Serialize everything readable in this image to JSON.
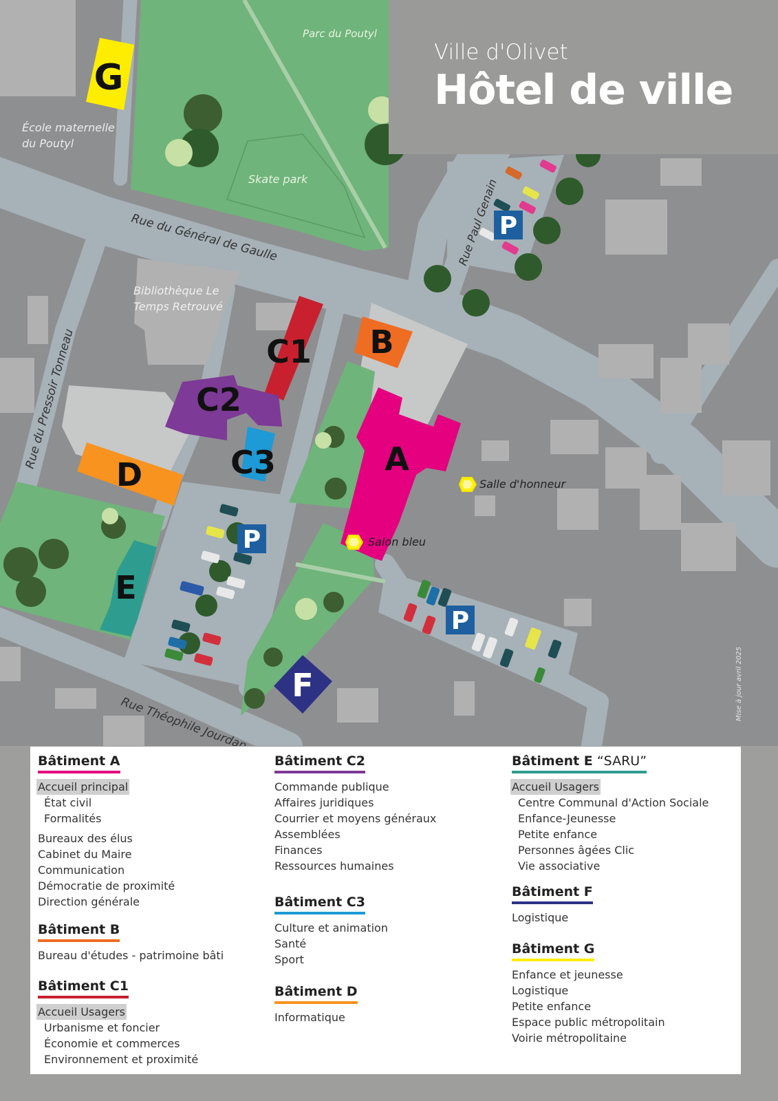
{
  "header": {
    "city": "Ville d'Olivet",
    "title": "Hôtel de ville"
  },
  "map": {
    "streets": {
      "general_de_gaulle": "Rue du Général de Gaulle",
      "pressoir_tonneau": "Rue du Pressoir Tonneau",
      "paul_genain": "Rue Paul Genain",
      "theophile_jourdan": "Rue Théophile Jourdan"
    },
    "places": {
      "parc": "Parc du Poutyl",
      "ecole_line1": "École maternelle",
      "ecole_line2": "du Poutyl",
      "skate": "Skate park",
      "biblio_line1": "Bibliothèque Le",
      "biblio_line2": "Temps Retrouvé",
      "salle_honneur": "Salle d'honneur",
      "salon_bleu": "Salon bleu"
    },
    "buildings": {
      "A": "A",
      "B": "B",
      "C1": "C1",
      "C2": "C2",
      "C3": "C3",
      "D": "D",
      "E": "E",
      "F": "F",
      "G": "G"
    },
    "parking_label": "P",
    "update_note": "Mise à jour avril 2025",
    "colors": {
      "A": "#e4007f",
      "B": "#ef6c23",
      "C1": "#c8202f",
      "C2": "#7d3a96",
      "C3": "#1e9ad6",
      "D": "#f7931e",
      "E": "#2e9d8f",
      "F": "#2d3285",
      "G": "#ffed00",
      "parking": "#1e5fa0",
      "green": "#6fb47a",
      "road": "#a7b1b8"
    }
  },
  "legend": {
    "A": {
      "title": "Bâtiment A",
      "accueil": "Accueil principal",
      "sub": [
        "État civil",
        "Formalités"
      ],
      "items": [
        "Bureaux des élus",
        "Cabinet du Maire",
        "Communication",
        "Démocratie de proximité",
        "Direction générale"
      ]
    },
    "B": {
      "title": "Bâtiment B",
      "items": [
        "Bureau d'études - patrimoine bâti"
      ]
    },
    "C1": {
      "title": "Bâtiment C1",
      "accueil": "Accueil Usagers",
      "sub": [
        "Urbanisme et foncier",
        "Économie et commerces",
        "Environnement et proximité"
      ]
    },
    "C2": {
      "title": "Bâtiment C2",
      "items": [
        "Commande publique",
        "Affaires juridiques",
        "Courrier et moyens généraux",
        "Assemblées",
        "Finances",
        "Ressources humaines"
      ]
    },
    "C3": {
      "title": "Bâtiment C3",
      "items": [
        "Culture et animation",
        "Santé",
        "Sport"
      ]
    },
    "D": {
      "title": "Bâtiment D",
      "items": [
        "Informatique"
      ]
    },
    "E": {
      "title": "Bâtiment E",
      "subtitle": " “SARU”",
      "accueil": "Accueil Usagers",
      "sub": [
        "Centre Communal d'Action Sociale",
        "Enfance-Jeunesse",
        "Petite enfance",
        "Personnes âgées Clic",
        "Vie associative"
      ]
    },
    "F": {
      "title": "Bâtiment F",
      "items": [
        "Logistique"
      ]
    },
    "G": {
      "title": "Bâtiment G",
      "items": [
        "Enfance et jeunesse",
        "Logistique",
        "Petite enfance",
        "Espace public métropolitain",
        "Voirie métropolitaine"
      ]
    }
  }
}
